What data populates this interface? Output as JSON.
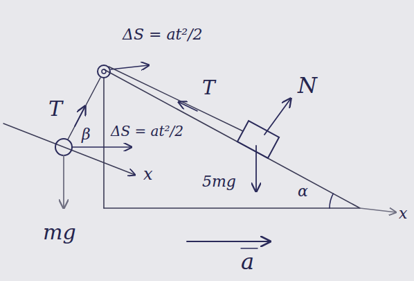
{
  "diagram": {
    "labels": [
      "ΔS = at²/2",
      "T",
      "β",
      "ΔS = at²/2",
      "T",
      "N",
      "5mg",
      "x",
      "mg",
      "α",
      "x",
      "a"
    ]
  }
}
